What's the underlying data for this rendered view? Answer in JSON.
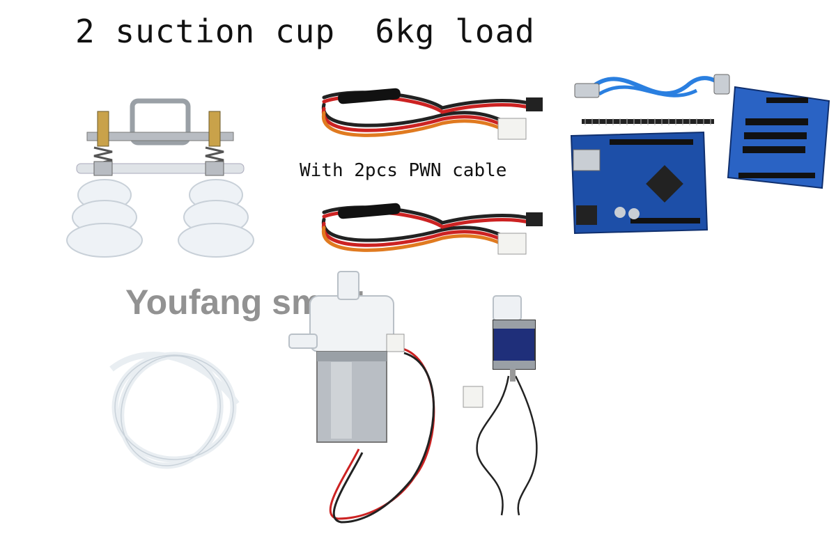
{
  "title": "2 suction cup  6kg load",
  "cable_label": "With 2pcs PWN cable",
  "watermark": "Youfang smart",
  "colors": {
    "board_blue": "#1d4fa8",
    "cup_white": "#eef2f6",
    "wire_red": "#cc2222",
    "wire_orange": "#e07a20",
    "wire_black": "#222222",
    "usb_blue": "#2a7fe0"
  }
}
